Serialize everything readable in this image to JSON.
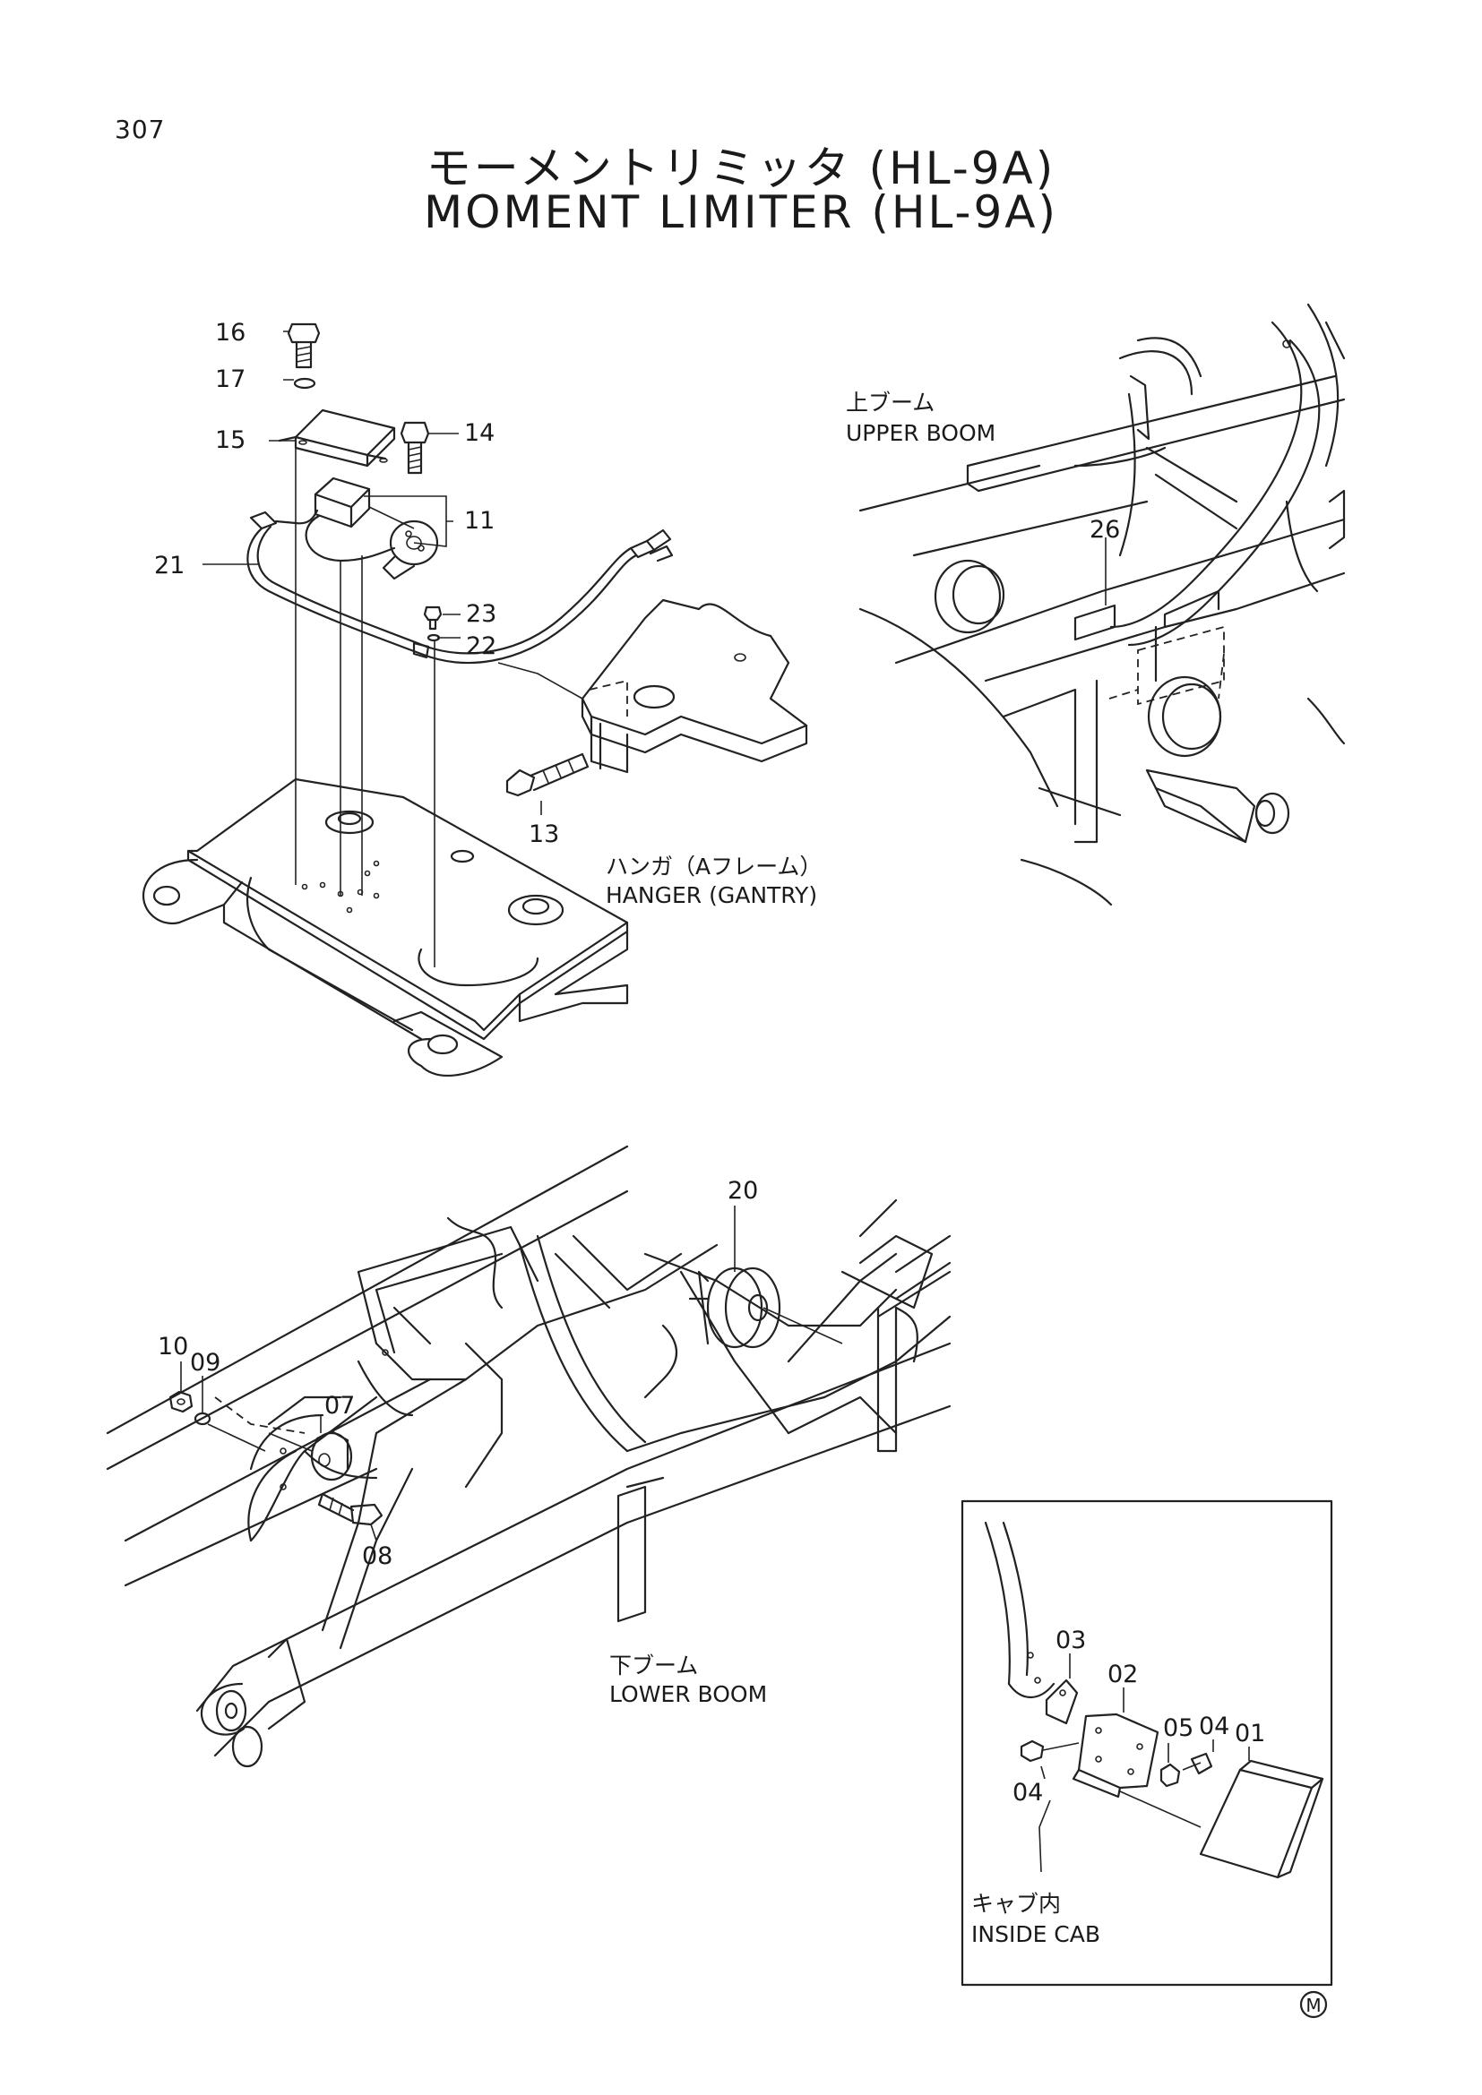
{
  "page": {
    "number": "307"
  },
  "title": {
    "jp": "モーメントリミッタ (HL-9A)",
    "en": "MOMENT LIMITER (HL-9A)"
  },
  "callouts": {
    "p16": "16",
    "p17": "17",
    "p15": "15",
    "p14": "14",
    "p11": "11",
    "p21": "21",
    "p23": "23",
    "p22": "22",
    "p13": "13",
    "p26": "26",
    "p20": "20",
    "p10": "10",
    "p09": "09",
    "p07": "07",
    "p08": "08",
    "p03": "03",
    "p02": "02",
    "p05": "05",
    "p04a": "04",
    "p01": "01",
    "p04b": "04"
  },
  "captions": {
    "upper_boom_jp": "上ブーム",
    "upper_boom_en": "UPPER BOOM",
    "hanger_jp": "ハンガ（Aフレーム）",
    "hanger_en": "HANGER (GANTRY)",
    "lower_boom_jp": "下ブーム",
    "lower_boom_en": "LOWER BOOM",
    "cab_jp": "キャブ内",
    "cab_en": "INSIDE CAB"
  },
  "mark": "M"
}
